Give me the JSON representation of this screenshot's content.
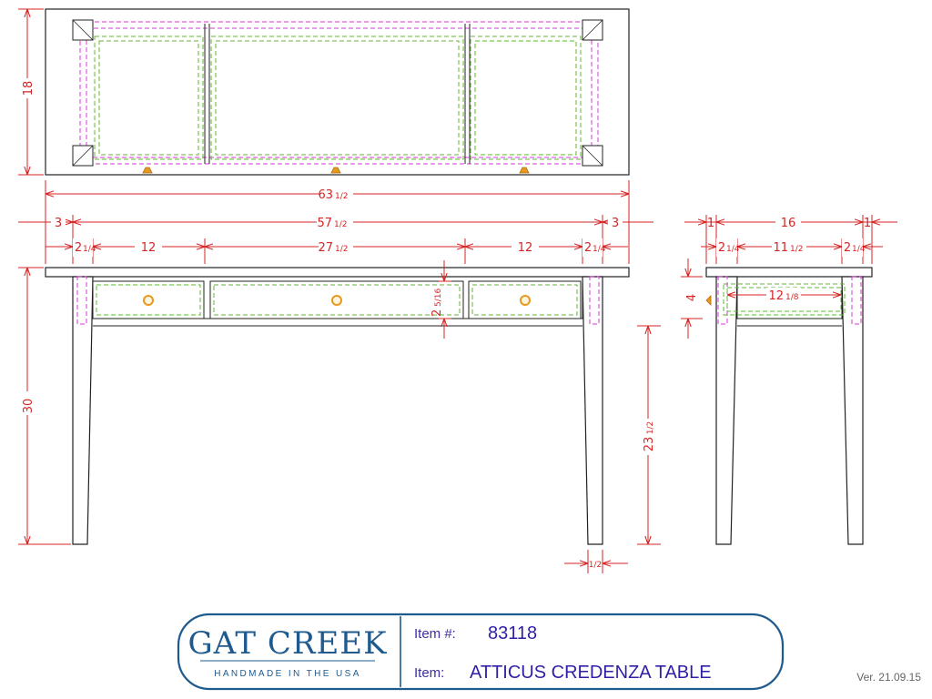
{
  "dimensions": {
    "overall_depth": "18",
    "overall_width_whole": "63",
    "overall_width_frac": "1/2",
    "inner_width_whole": "57",
    "inner_width_frac": "1/2",
    "overhang_left": "3",
    "overhang_right": "3",
    "leg_left_whole": "2",
    "leg_left_frac": "1/4",
    "drawer_left": "12",
    "drawer_center_whole": "27",
    "drawer_center_frac": "1/2",
    "drawer_right": "12",
    "leg_right_whole": "2",
    "leg_right_frac": "1/4",
    "drawer_height_whole": "2",
    "drawer_height_frac": "5/16",
    "height": "30",
    "knee_clearance_whole": "23",
    "knee_clearance_frac": "1/2",
    "leg_foot": "1/2",
    "side_overhang_left": "1",
    "side_depth": "16",
    "side_overhang_right": "1",
    "side_leg_left_whole": "2",
    "side_leg_left_frac": "1/4",
    "side_inner_whole": "11",
    "side_inner_frac": "1/2",
    "side_leg_right_whole": "2",
    "side_leg_right_frac": "1/4",
    "apron_height": "4",
    "drawer_depth_whole": "12",
    "drawer_depth_frac": "1/8"
  },
  "title_block": {
    "brand": "GAT CREEK",
    "tagline": "HANDMADE IN THE USA",
    "item_number_label": "Item #:",
    "item_number": "83118",
    "item_label": "Item:",
    "item_name": "ATTICUS CREDENZA TABLE"
  },
  "version": "Ver. 21.09.15",
  "colors": {
    "dimension": "#d62424",
    "outline": "#222222",
    "drawer_dashed": "#5cb82e",
    "apron_dashed": "#d63ad6",
    "knob": "#e89a1e",
    "brand": "#1f5a8e"
  }
}
